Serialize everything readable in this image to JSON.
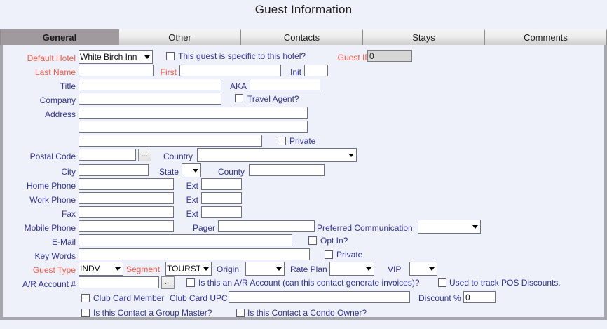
{
  "header": {
    "title": "Guest Information"
  },
  "tabs": [
    {
      "label": "General",
      "active": true
    },
    {
      "label": "Other",
      "active": false
    },
    {
      "label": "Contacts",
      "active": false
    },
    {
      "label": "Stays",
      "active": false
    },
    {
      "label": "Comments",
      "active": false
    }
  ],
  "form": {
    "default_hotel": {
      "label": "Default Hotel",
      "value": "White Birch Inn",
      "options": [
        "White Birch Inn"
      ]
    },
    "specific_hotel_checkbox": {
      "label": "This guest is specific to this hotel?",
      "checked": false
    },
    "guest_id": {
      "label": "Guest ID",
      "value": "0",
      "disabled": true
    },
    "last_name": {
      "label": "Last Name",
      "value": ""
    },
    "first": {
      "label": "First",
      "value": ""
    },
    "init": {
      "label": "Init",
      "value": ""
    },
    "title": {
      "label": "Title",
      "value": ""
    },
    "aka": {
      "label": "AKA",
      "value": ""
    },
    "company": {
      "label": "Company",
      "value": ""
    },
    "travel_agent_checkbox": {
      "label": "Travel Agent?",
      "checked": false
    },
    "address": {
      "label": "Address",
      "line1": "",
      "line2": "",
      "line3": ""
    },
    "address_private_checkbox": {
      "label": "Private",
      "checked": false
    },
    "postal_code": {
      "label": "Postal Code",
      "value": "",
      "browse_button": "..."
    },
    "country": {
      "label": "Country",
      "value": "",
      "options": [
        ""
      ]
    },
    "city": {
      "label": "City",
      "value": ""
    },
    "state": {
      "label": "State",
      "value": "",
      "options": [
        ""
      ]
    },
    "county": {
      "label": "County",
      "value": ""
    },
    "home_phone": {
      "label": "Home Phone",
      "value": "",
      "ext_label": "Ext",
      "ext_value": ""
    },
    "work_phone": {
      "label": "Work Phone",
      "value": "",
      "ext_label": "Ext",
      "ext_value": ""
    },
    "fax": {
      "label": "Fax",
      "value": "",
      "ext_label": "Ext",
      "ext_value": ""
    },
    "mobile_phone": {
      "label": "Mobile Phone",
      "value": ""
    },
    "pager": {
      "label": "Pager",
      "value": ""
    },
    "preferred_communication": {
      "label": "Preferred Communication",
      "value": "",
      "options": [
        ""
      ]
    },
    "email": {
      "label": "E-Mail",
      "value": ""
    },
    "opt_in_checkbox": {
      "label": "Opt In?",
      "checked": false
    },
    "key_words": {
      "label": "Key Words",
      "value": ""
    },
    "key_words_private_checkbox": {
      "label": "Private",
      "checked": false
    },
    "guest_type": {
      "label": "Guest Type",
      "value": "INDV",
      "options": [
        "INDV"
      ]
    },
    "segment": {
      "label": "Segment",
      "value": "TOURST",
      "options": [
        "TOURST"
      ]
    },
    "origin": {
      "label": "Origin",
      "value": "",
      "options": [
        ""
      ]
    },
    "rate_plan": {
      "label": "Rate Plan",
      "value": "",
      "options": [
        ""
      ]
    },
    "vip": {
      "label": "VIP",
      "value": "",
      "options": [
        ""
      ]
    },
    "ar_account": {
      "label": "A/R Account #",
      "value": "",
      "browse_button": "..."
    },
    "is_ar_account_checkbox": {
      "label": "Is this an A/R Account (can this contact generate invoices)?",
      "checked": false
    },
    "pos_discounts_checkbox": {
      "label": "Used to track POS Discounts.",
      "checked": false
    },
    "club_card_member_checkbox": {
      "label": "Club Card Member",
      "checked": false
    },
    "club_card_upc": {
      "label": "Club Card UPC",
      "value": ""
    },
    "discount_pct": {
      "label": "Discount %",
      "value": "0"
    },
    "group_master_checkbox": {
      "label": "Is this Contact a Group Master?",
      "checked": false
    },
    "condo_owner_checkbox": {
      "label": "Is this Contact a Condo Owner?",
      "checked": false
    }
  },
  "colors": {
    "page_bg": "#eef1fa",
    "label": "#33339c",
    "required_label": "#fd5a45",
    "tab_active_bg": "#a09a9e",
    "panel_border": "#a6a6ad"
  }
}
